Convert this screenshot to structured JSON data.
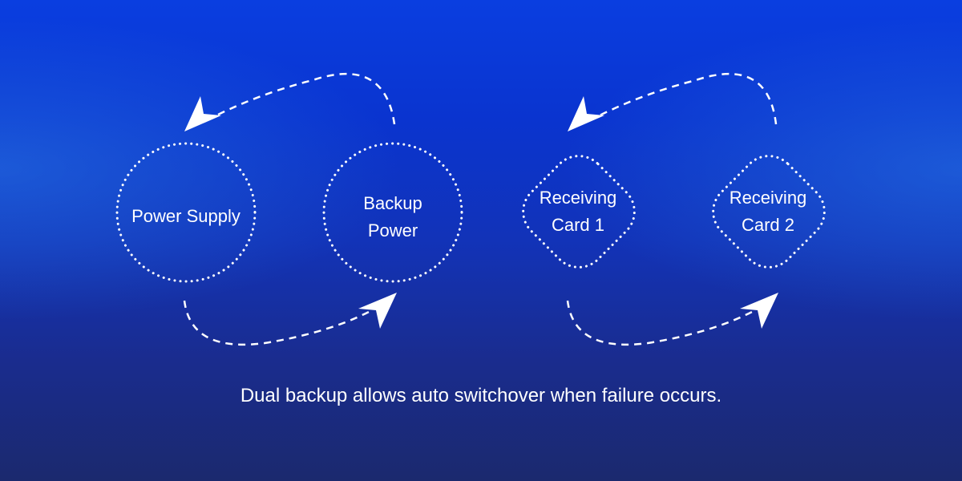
{
  "nodes": {
    "power_supply": "Power Supply",
    "backup_power": {
      "line1": "Backup",
      "line2": "Power"
    },
    "receiving_card_1": {
      "line1": "Receiving",
      "line2": "Card 1"
    },
    "receiving_card_2": {
      "line1": "Receiving",
      "line2": "Card 2"
    }
  },
  "caption": "Dual backup allows auto switchover when failure occurs.",
  "colors": {
    "background_top": "#0a3ee0",
    "background_bottom": "#1b296e",
    "foreground": "#ffffff"
  }
}
